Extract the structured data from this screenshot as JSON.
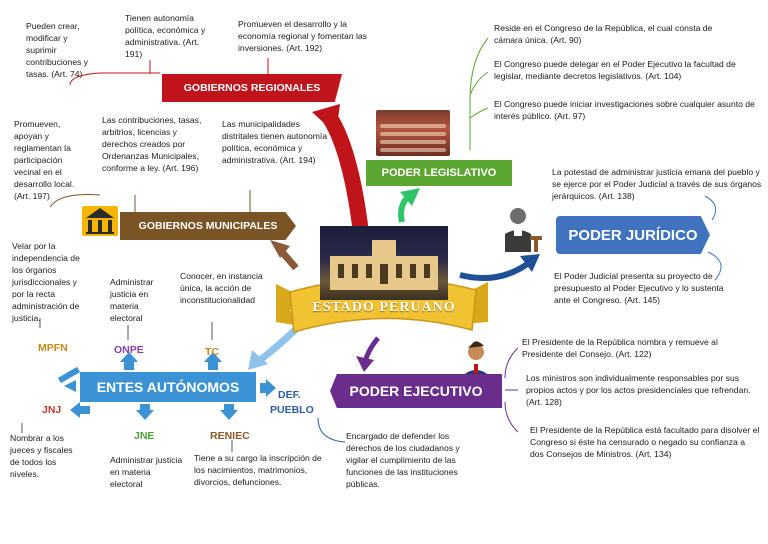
{
  "center": {
    "title": "ESTADO PERUANO"
  },
  "regionales": {
    "title": "GOBIERNOS REGIONALES",
    "notes": [
      "Pueden crear, modificar y suprimir contribuciones y tasas. (Art. 74)",
      "Tienen autonomía política, económica y administrativa. (Art. 191)",
      "Promueven el desarrollo y la economía regional y fomentan las inversiones. (Art. 192)"
    ]
  },
  "municipales": {
    "title": "GOBIERNOS MUNICIPALES",
    "notes": [
      "Promueven, apoyan y reglamentan la participación vecinal en el desarrollo local. (Art. 197)",
      "Las contribuciones, tasas, arbitrios, licencias y derechos creados por Ordenanzas Municipales, conforme a ley. (Art. 196)",
      "Las municipalidades distritales tienen autonomía política, económica y administrativa. (Art. 194)"
    ]
  },
  "legislativo": {
    "title": "PODER LEGISLATIVO",
    "notes": [
      "Reside en el Congreso de la República, el cual consta de cámara única. (Art. 90)",
      "El Congreso puede delegar en el Poder Ejecutivo la facultad de legislar, mediante decretos legislativos. (Art. 104)",
      "El Congreso puede iniciar investigaciones sobre cualquier asunto de interés público. (Art. 97)"
    ]
  },
  "juridico": {
    "title": "PODER JURÍDICO",
    "notes": [
      "La potestad de administrar justicia emana del pueblo y se ejerce por el Poder Judicial a través de sus órganos jerárquicos. (Art. 138)",
      "El Poder Judicial presenta su proyecto de presupuesto al Poder Ejecutivo y lo sustenta ante el Congreso. (Art. 145)"
    ]
  },
  "ejecutivo": {
    "title": "PODER EJECUTIVO",
    "notes": [
      "El Presidente de la República nombra y remueve al Presidente del Consejo. (Art. 122)",
      "Los ministros son individualmente responsables por sus propios actos y por los actos presidenciales que refrendan. (Art. 128)",
      "El Presidente de la República está facultado para disolver el Congreso si éste ha censurado o negado su confianza a dos Consejos de Ministros. (Art. 134)"
    ]
  },
  "autonomos": {
    "title": "ENTES AUTÓNOMOS",
    "entities": {
      "mpfn": {
        "name": "MPFN",
        "note": "Velar por la independencia de los órganos jurisdiccionales y por la recta administración de justicia."
      },
      "onpe": {
        "name": "ONPE",
        "note": "Administrar justicia en materia electoral"
      },
      "tc": {
        "name": "TC",
        "note": "Conocer, en instancia única, la acción de inconstitucionalidad"
      },
      "jnj": {
        "name": "JNJ",
        "note": "Nombrar a los jueces y fiscales de todos los niveles."
      },
      "jne": {
        "name": "JNE",
        "note": "Administrar justicia en materia electoral"
      },
      "reniec": {
        "name": "RENIEC",
        "note": "Tiene a su cargo la inscripción de los nacimientos, matrimonios, divorcios, defunciones."
      },
      "pueblo": {
        "name_line1": "DEF.",
        "name_line2": "PUEBLO",
        "note": "Encargado de defender los derechos de los ciudadanos y vigilar el cumplimiento de las funciones de las instituciones públicas."
      }
    }
  },
  "colors": {
    "regional": "#c0141b",
    "municipal": "#7a5424",
    "legislativo": "#5aa631",
    "juridico": "#3f72bf",
    "ejecutivo": "#6a2d8c",
    "autonomos": "#3b93d6",
    "ribbon": "#f1c232",
    "mpfn": "#c48a1a",
    "onpe": "#8b3fa7",
    "tc": "#c48a1a",
    "jnj": "#c0392b",
    "jne": "#4ca03c",
    "reniec": "#8a5a2b",
    "pueblo": "#2d5c9e"
  }
}
